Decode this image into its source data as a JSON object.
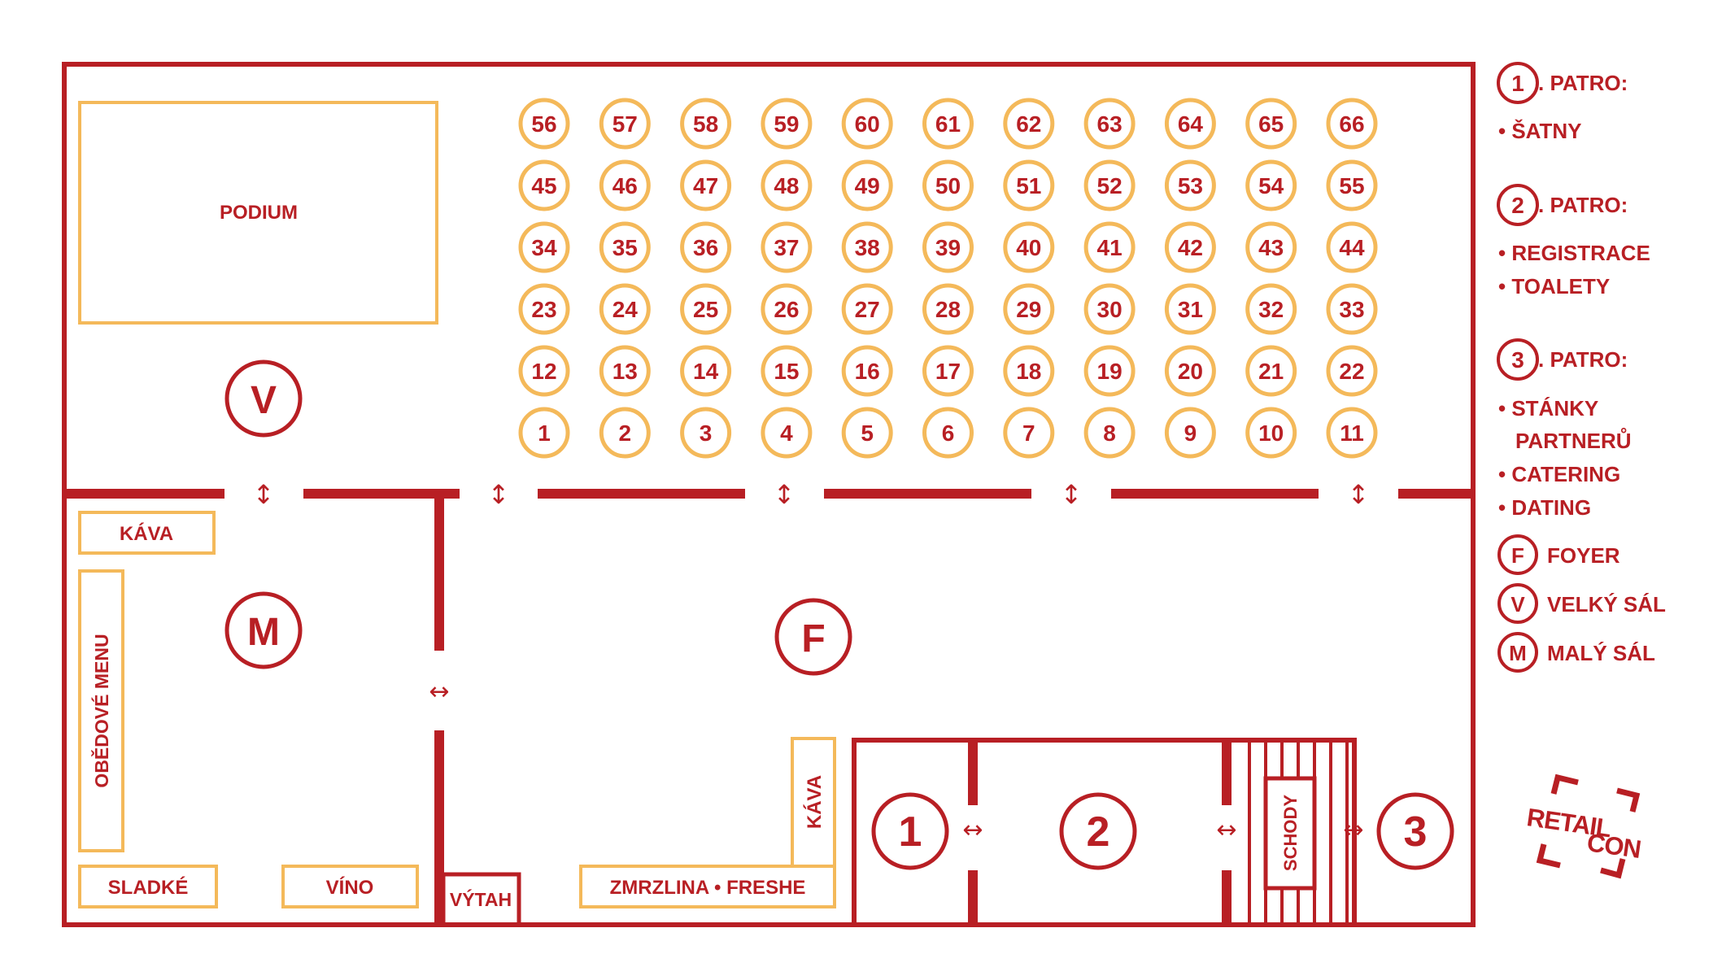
{
  "colors": {
    "wall": "#b81f24",
    "furniture": "#f4b95a",
    "background": "#ffffff"
  },
  "tables": {
    "rows": [
      [
        "56",
        "57",
        "58",
        "59",
        "60",
        "61",
        "62",
        "63",
        "64",
        "65",
        "66"
      ],
      [
        "45",
        "46",
        "47",
        "48",
        "49",
        "50",
        "51",
        "52",
        "53",
        "54",
        "55"
      ],
      [
        "34",
        "35",
        "36",
        "37",
        "38",
        "39",
        "40",
        "41",
        "42",
        "43",
        "44"
      ],
      [
        "23",
        "24",
        "25",
        "26",
        "27",
        "28",
        "29",
        "30",
        "31",
        "32",
        "33"
      ],
      [
        "12",
        "13",
        "14",
        "15",
        "16",
        "17",
        "18",
        "19",
        "20",
        "21",
        "22"
      ],
      [
        "1",
        "2",
        "3",
        "4",
        "5",
        "6",
        "7",
        "8",
        "9",
        "10",
        "11"
      ]
    ]
  },
  "zones": {
    "podium": "PODIUM",
    "velky_sal": "V",
    "maly_sal": "M",
    "foyer": "F",
    "kava_top": "KÁVA",
    "obedove_menu": "OBĚDOVÉ MENU",
    "sladke": "SLADKÉ",
    "vino": "VÍNO",
    "vytah": "VÝTAH",
    "zmrzlina": "ZMRZLINA • FRESHE",
    "kava_bottom": "KÁVA",
    "schody": "SCHODY",
    "floor1": "1",
    "floor2": "2",
    "floor3": "3"
  },
  "arrows": {
    "vertical": "↕",
    "horizontal": "↔"
  },
  "legend": {
    "floors": [
      {
        "number": "1",
        "title": ". PATRO:",
        "items": [
          "• ŠATNY"
        ]
      },
      {
        "number": "2",
        "title": ". PATRO:",
        "items": [
          "• REGISTRACE",
          "• TOALETY"
        ]
      },
      {
        "number": "3",
        "title": ". PATRO:",
        "items": [
          "• STÁNKY",
          "PARTNERŮ",
          "• CATERING",
          "• DATING"
        ]
      }
    ],
    "keys": [
      {
        "letter": "F",
        "label": "FOYER"
      },
      {
        "letter": "V",
        "label": "VELKÝ SÁL"
      },
      {
        "letter": "M",
        "label": "MALÝ SÁL"
      }
    ]
  },
  "logo": {
    "line1": "RETAIL",
    "line2": "CON"
  }
}
